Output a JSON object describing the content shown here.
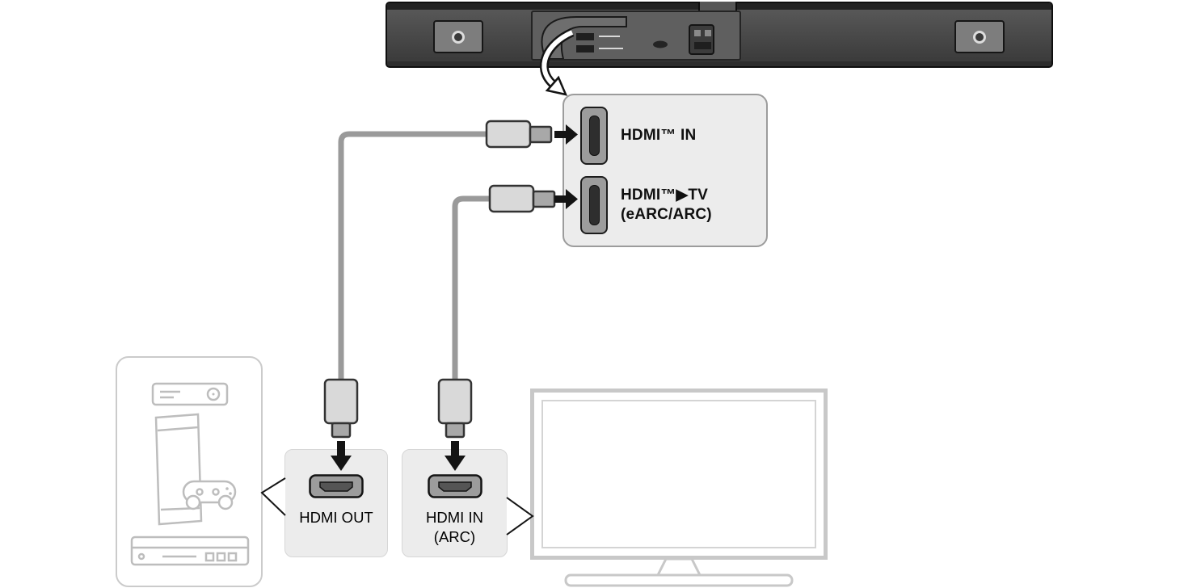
{
  "callout": {
    "port1_label": "HDMI™ IN",
    "port2_label_line1": "HDMI™▶TV",
    "port2_label_line2": "(eARC/ARC)"
  },
  "hdmi_out_box": {
    "label": "HDMI OUT"
  },
  "hdmi_in_box": {
    "label_line1": "HDMI IN",
    "label_line2": "(ARC)"
  },
  "icons": {
    "soundbar": "soundbar-rear-view",
    "mount_brackets": "mount-bracket-icon",
    "hdmi_port_vertical": "hdmi-port-icon",
    "hdmi_socket": "hdmi-socket-icon",
    "hdmi_plug": "hdmi-plug-icon",
    "arrow_right": "arrow-right-icon",
    "arrow_down": "arrow-down-icon",
    "curved_arrow": "curved-arrow-icon",
    "set_top_box": "set-top-box-icon",
    "game_console": "game-console-icon",
    "game_controller": "game-controller-icon",
    "disc_player": "disc-player-icon",
    "tv": "tv-icon"
  },
  "colors": {
    "callout_fill": "#ececec",
    "box_fill": "#ececec",
    "cable": "#9a9a9a",
    "outline": "#141414",
    "soundbar_body": "#4d4d4d",
    "device_line": "#bdbdbd",
    "plug_body": "#d9d9d9",
    "plug_tip": "#a8a8a8"
  }
}
